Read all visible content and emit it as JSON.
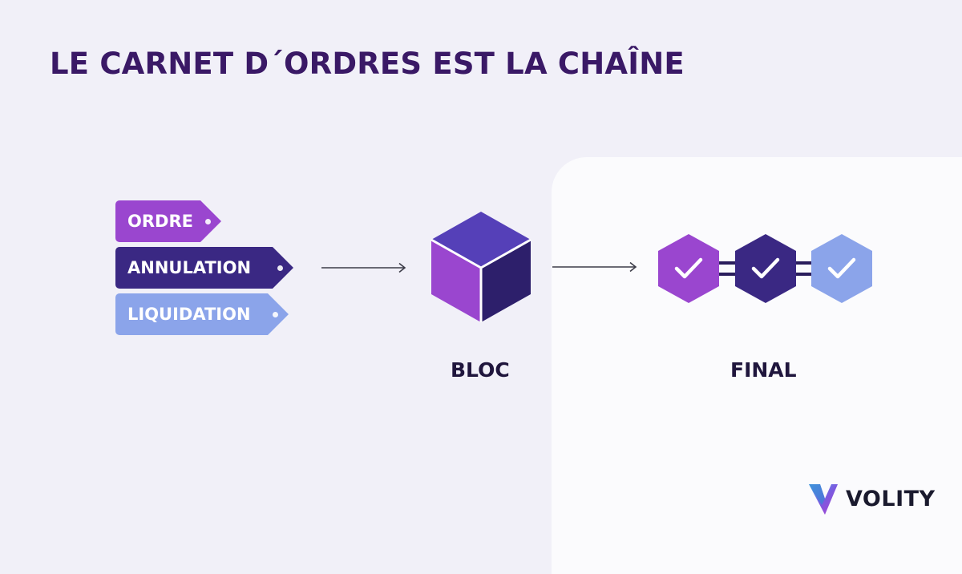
{
  "title": "LE CARNET D´ORDRES EST LA CHAÎNE",
  "tags": [
    {
      "label": "ORDRE",
      "color": "#9a46cf"
    },
    {
      "label": "ANNULATION",
      "color": "#3a2883"
    },
    {
      "label": "LIQUIDATION",
      "color": "#8ba4ea"
    }
  ],
  "stages": {
    "block_label": "BLOC",
    "final_label": "FINAL"
  },
  "chain_blocks": [
    {
      "color": "#9a46cf",
      "icon": "check-icon"
    },
    {
      "color": "#3a2883",
      "icon": "check-icon"
    },
    {
      "color": "#8ba4ea",
      "icon": "check-icon"
    }
  ],
  "cube_colors": {
    "top": "#5540b8",
    "left": "#9a46cf",
    "right": "#2d1f6b"
  },
  "logo": {
    "text": "VOLITY",
    "icon": "volity-logo-mark"
  }
}
